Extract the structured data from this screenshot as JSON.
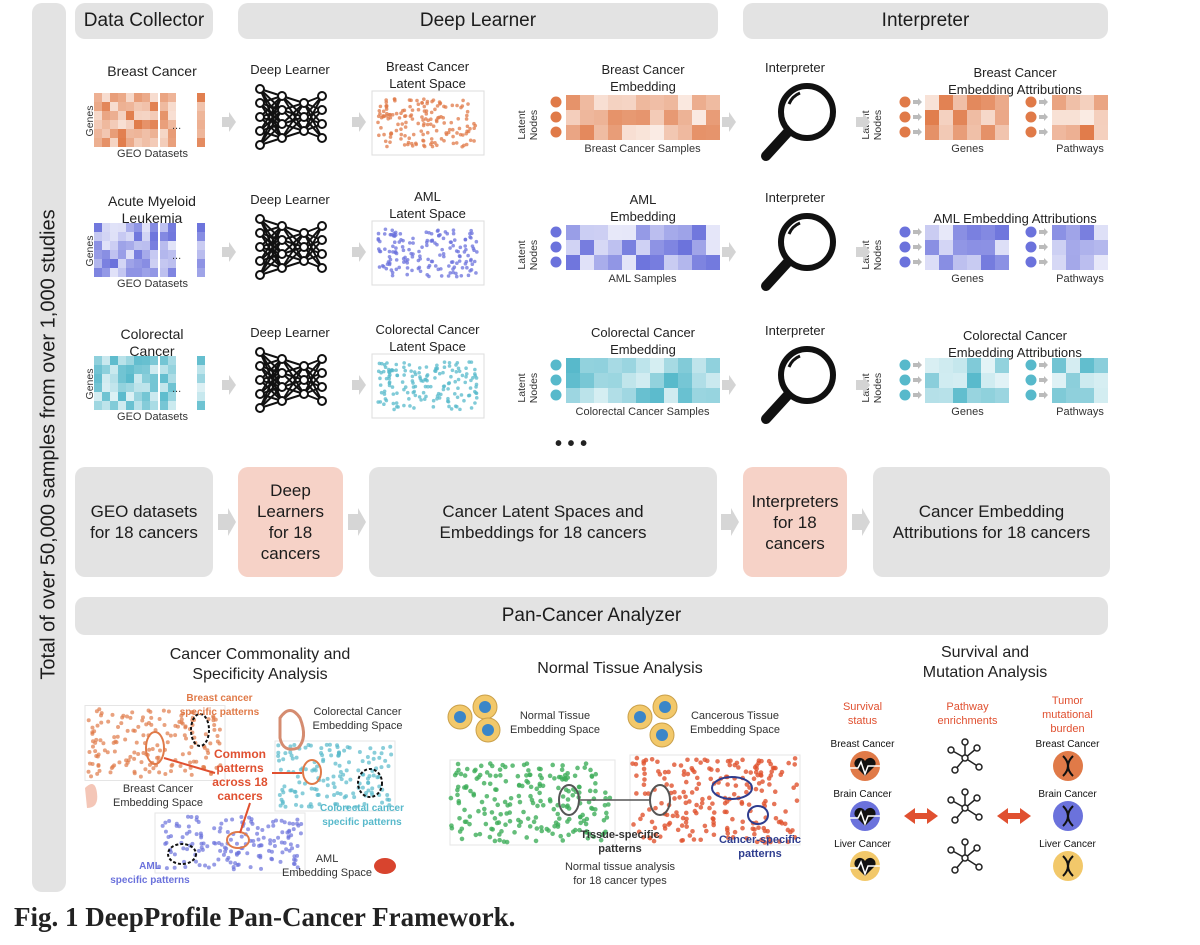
{
  "side_label": "Total of over 50,000 samples from over 1,000 studies",
  "headers": {
    "collector": "Data Collector",
    "learner": "Deep Learner",
    "interpreter": "Interpreter"
  },
  "colors": {
    "breast": "#e07a48",
    "aml": "#6b72dc",
    "colorectal": "#57b9cb",
    "box_gray": "#e3e3e3",
    "box_pink": "#f6d2c7"
  },
  "rows": [
    {
      "key": "breast",
      "cancer": "Breast Cancer",
      "genes": "Genes",
      "geo": "GEO Datasets",
      "dl": "Deep Learner",
      "latent": "Breast Cancer\nLatent Space",
      "embedding": "Breast Cancer\nEmbedding",
      "latent_nodes": "Latent\nNodes",
      "samples": "Breast Cancer Samples",
      "interp": "Interpreter",
      "attrib": "Breast Cancer\nEmbedding Attributions",
      "genes2": "Genes",
      "pathways": "Pathways"
    },
    {
      "key": "aml",
      "cancer": "Acute Myeloid\nLeukemia",
      "genes": "Genes",
      "geo": "GEO Datasets",
      "dl": "Deep Learner",
      "latent": "AML\nLatent Space",
      "embedding": "AML\nEmbedding",
      "latent_nodes": "Latent\nNodes",
      "samples": "AML Samples",
      "interp": "Interpreter",
      "attrib": "AML Embedding Attributions",
      "genes2": "Genes",
      "pathways": "Pathways"
    },
    {
      "key": "colorectal",
      "cancer": "Colorectal\nCancer",
      "genes": "Genes",
      "geo": "GEO Datasets",
      "dl": "Deep Learner",
      "latent": "Colorectal Cancer\nLatent Space",
      "embedding": "Colorectal Cancer\nEmbedding",
      "latent_nodes": "Latent\nNodes",
      "samples": "Colorectal Cancer Samples",
      "interp": "Interpreter",
      "attrib": "Colorectal Cancer\nEmbedding Attributions",
      "genes2": "Genes",
      "pathways": "Pathways"
    }
  ],
  "ellipsis": "• • •",
  "matrix_dots": "...",
  "summary": {
    "geo": "GEO datasets\nfor 18 cancers",
    "dl": "Deep\nLearners\nfor 18\ncancers",
    "latent": "Cancer Latent Spaces and\nEmbeddings for 18 cancers",
    "interp": "Interpreters\nfor 18\ncancers",
    "attrib": "Cancer Embedding\nAttributions for 18 cancers"
  },
  "pan": {
    "title": "Pan-Cancer Analyzer",
    "commonality": {
      "title": "Cancer Commonality and\nSpecificity Analysis",
      "breast_specific": "Breast cancer\nspecific patterns",
      "colorectal_space": "Colorectal Cancer\nEmbedding Space",
      "common": "Common\npatterns\nacross 18\ncancers",
      "breast_space": "Breast Cancer\nEmbedding Space",
      "colorectal_specific": "Colorectal cancer\nspecific patterns",
      "aml_specific": "AML\nspecific patterns",
      "aml_space": "AML\nEmbedding Space"
    },
    "normal": {
      "title": "Normal Tissue Analysis",
      "normal_space": "Normal Tissue\nEmbedding Space",
      "cancer_space": "Cancerous Tissue\nEmbedding Space",
      "tissue_specific": "Tissue-specific\npatterns",
      "cancer_specific": "Cancer-specific\npatterns",
      "footer": "Normal tissue analysis\nfor 18 cancer types"
    },
    "survival": {
      "title": "Survival and\nMutation Analysis",
      "status": "Survival\nstatus",
      "pathway": "Pathway\nenrichments",
      "tmb": "Tumor\nmutational\nburden",
      "left": [
        "Breast Cancer",
        "Brain Cancer",
        "Liver Cancer"
      ],
      "right": [
        "Breast Cancer",
        "Brain Cancer",
        "Liver Cancer"
      ]
    }
  },
  "caption": "Fig. 1 DeepProfile Pan-Cancer Framework."
}
